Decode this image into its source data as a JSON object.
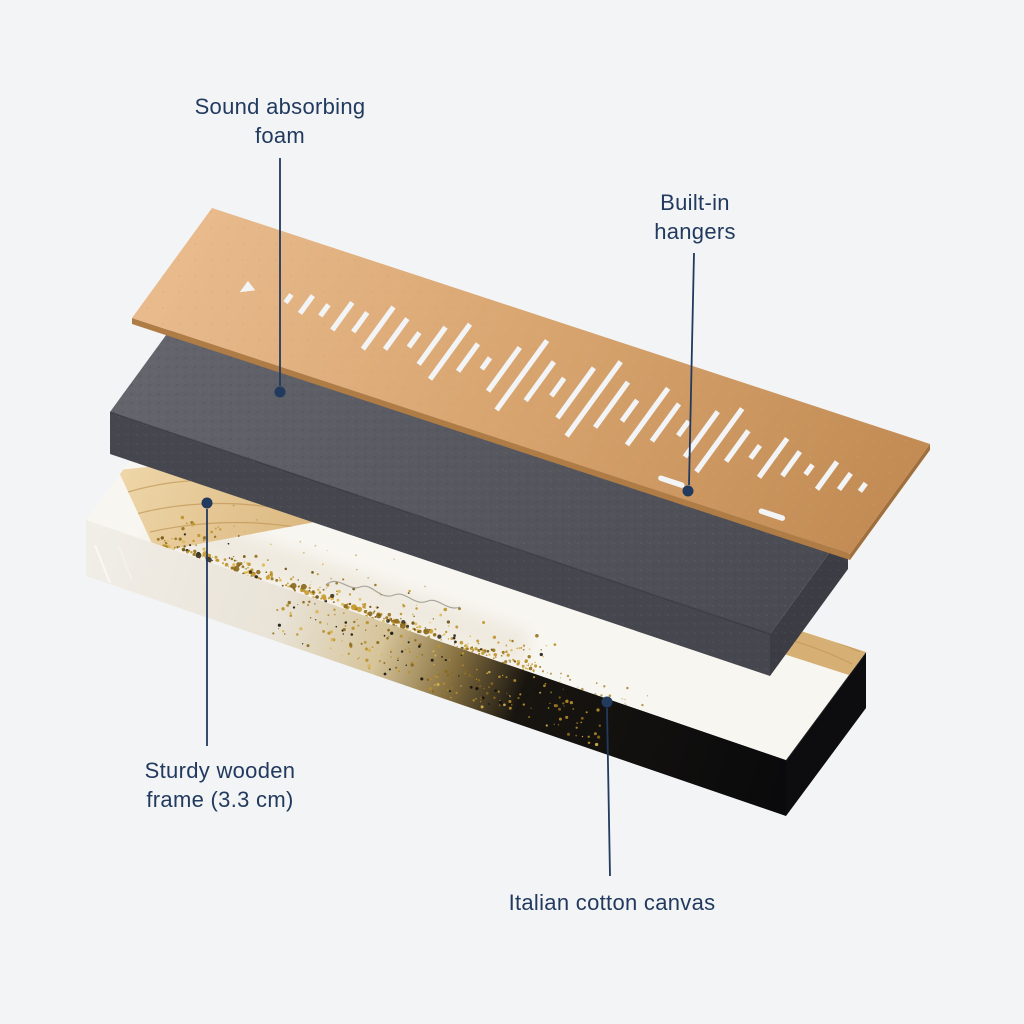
{
  "style": {
    "background": "#f3f4f6",
    "label_color": "#223a5e",
    "callout_color": "#223a5e",
    "panel_color": "#d8a674",
    "foam_color": "#56575c",
    "canvas_color": "#f8f6f1",
    "gold": "#bb9130",
    "frame_black": "#0d0d0f",
    "wood": "#e0bd8a"
  },
  "labels": {
    "foam": {
      "line1": "Sound absorbing",
      "line2": "foam"
    },
    "hangers": {
      "line1": "Built-in",
      "line2": "hangers"
    },
    "frame": {
      "line1": "Sturdy wooden",
      "line2": "frame (3.3 cm)"
    },
    "canvas": {
      "line1": "Italian cotton canvas"
    }
  },
  "soundwave_bars": [
    10,
    22,
    14,
    34,
    24,
    52,
    38,
    18,
    46,
    68,
    34,
    14,
    54,
    86,
    48,
    22,
    62,
    92,
    56,
    26,
    70,
    46,
    18,
    56,
    78,
    38,
    16,
    48,
    30,
    12,
    34,
    20,
    10
  ]
}
